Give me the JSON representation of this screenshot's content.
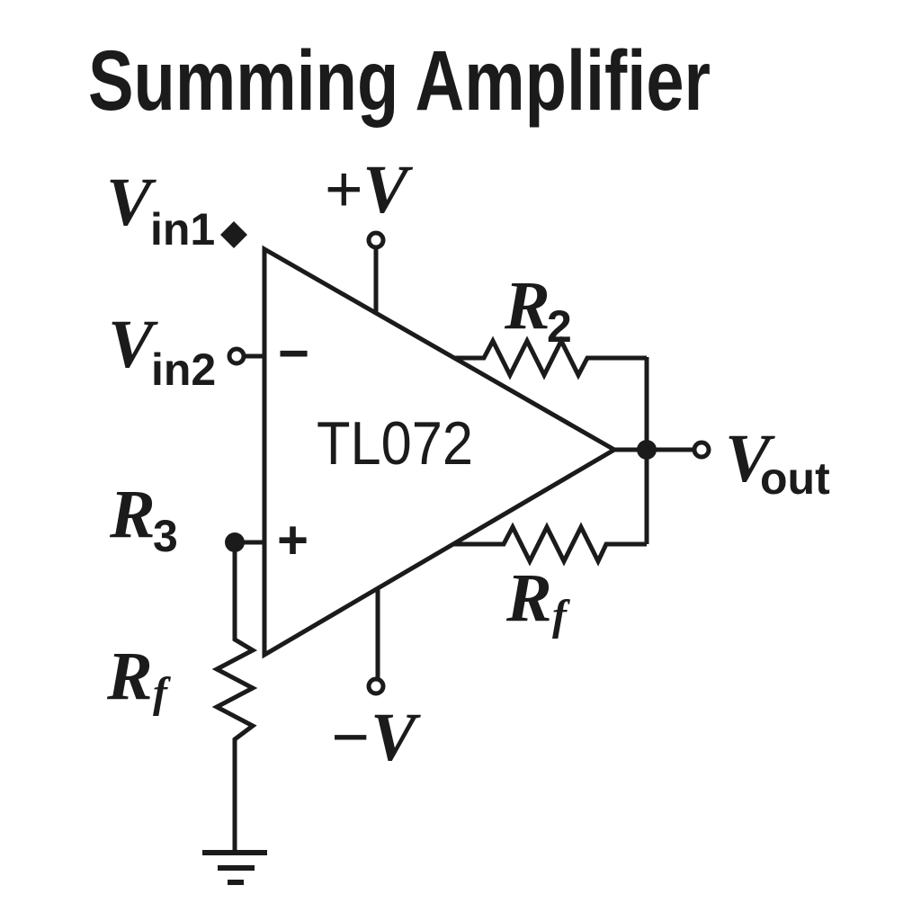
{
  "title": "Summing Amplifier",
  "diagram": {
    "type": "circuit-schematic",
    "subject": "op-amp summing amplifier",
    "op_amp": {
      "part_label": "TL072",
      "inverting_input_symbol": "−",
      "non_inverting_input_symbol": "+"
    },
    "labels": {
      "vin1": {
        "main": "V",
        "sub": "in1"
      },
      "vin2": {
        "main": "V",
        "sub": "in2"
      },
      "r3": {
        "main": "R",
        "sub": "3"
      },
      "rf_input": {
        "main": "R",
        "sub": "f"
      },
      "r2": {
        "main": "R",
        "sub": "2"
      },
      "rf_feedback": {
        "main": "R",
        "sub": "f"
      },
      "vout": {
        "main": "V",
        "sub": "out"
      },
      "positive_supply": "+V",
      "negative_supply": "−V"
    },
    "colors": {
      "ink": "#1b1b1b",
      "background": "#ffffff"
    }
  }
}
